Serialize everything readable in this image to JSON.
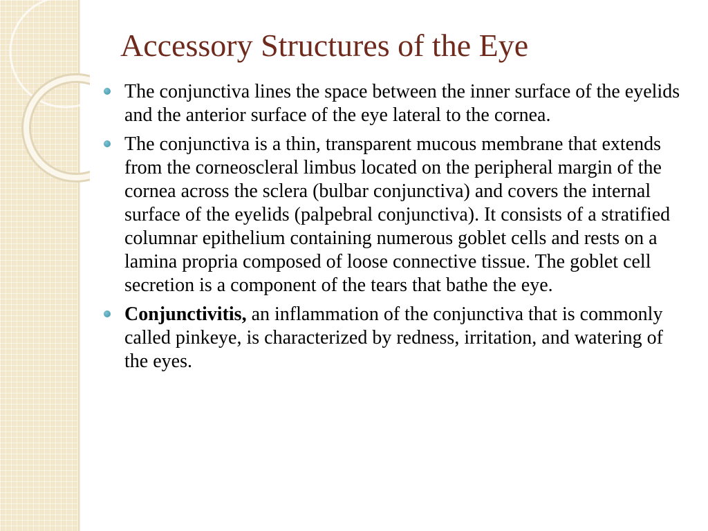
{
  "slide": {
    "title": "Accessory Structures of the Eye",
    "bullets": [
      {
        "bold": "",
        "text": "The conjunctiva lines the space between the inner surface of the eyelids and the anterior surface of the eye lateral to the cornea."
      },
      {
        "bold": "",
        "text": "The conjunctiva is a thin, transparent mucous membrane that extends from the corneoscleral limbus located on the peripheral margin of the cornea across the sclera (bulbar conjunctiva) and covers the internal surface of the eyelids (palpebral conjunctiva). It consists of a stratified columnar epithelium containing numerous goblet cells and rests on a lamina propria composed of loose connective tissue. The goblet cell secretion is a component of the tears that bathe the eye."
      },
      {
        "bold": "Conjunctivitis,",
        "text": " an inflammation of the conjunctiva that is commonly called pinkeye, is characterized by redness, irritation, and watering of the eyes."
      }
    ]
  },
  "colors": {
    "title": "#6e2a1c",
    "bullet": "#3a93a9",
    "side_panel": "#f2e7ca"
  }
}
